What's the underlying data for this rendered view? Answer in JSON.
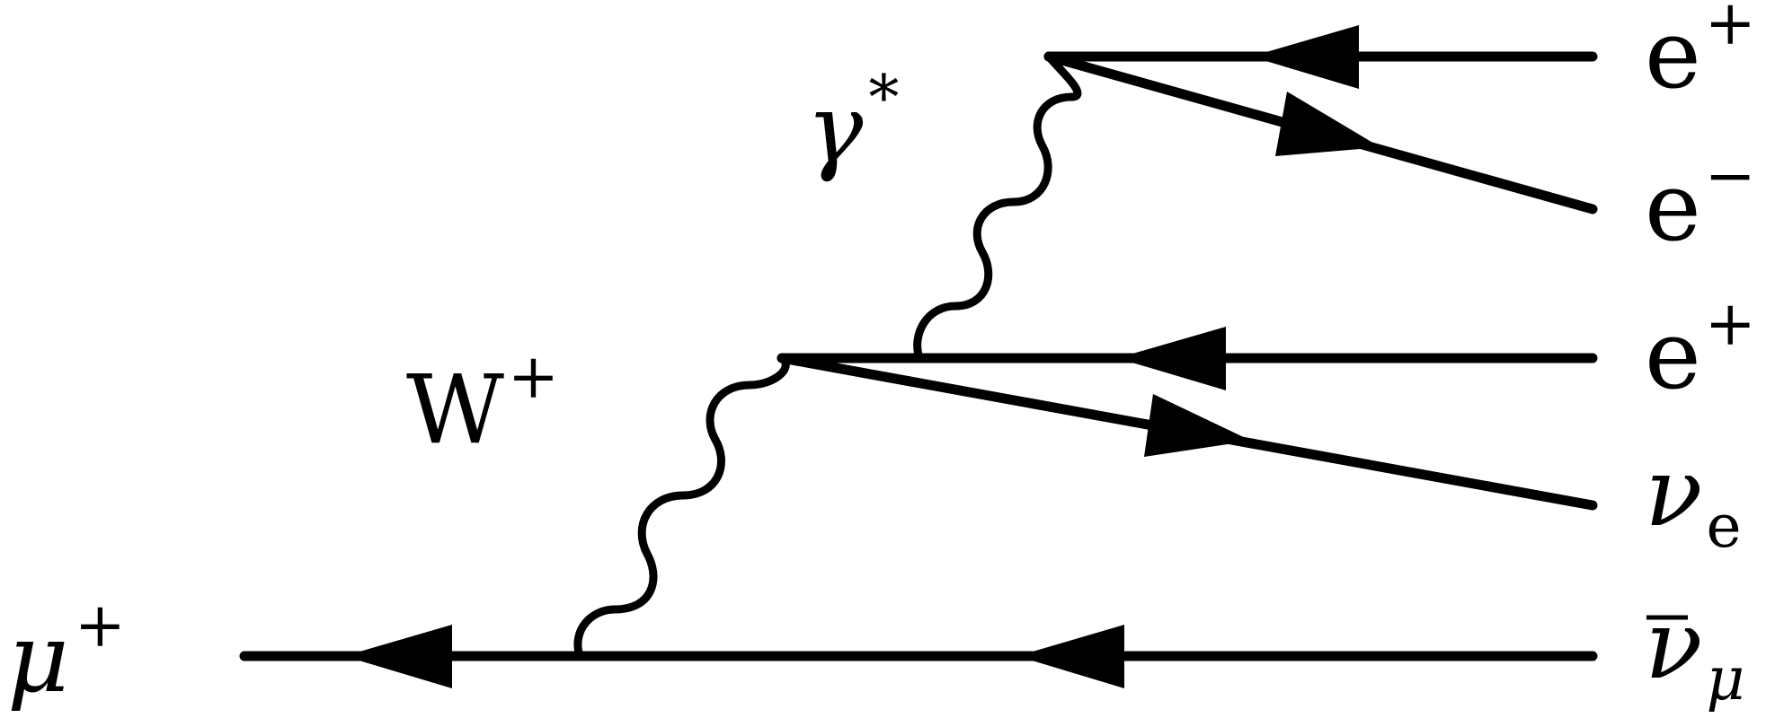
{
  "diagram": {
    "particles": {
      "muon": {
        "symbol": "μ",
        "charge": "+"
      },
      "w_boson": {
        "symbol": "W",
        "charge": "+"
      },
      "photon": {
        "symbol": "γ",
        "mark": "*"
      },
      "positron_top": {
        "symbol": "e",
        "charge": "+"
      },
      "electron": {
        "symbol": "e",
        "charge": "−"
      },
      "positron_mid": {
        "symbol": "e",
        "charge": "+"
      },
      "nu_e": {
        "symbol": "ν",
        "subscript": "e"
      },
      "nu_mu_bar": {
        "symbol": "ν",
        "subscript": "μ"
      }
    },
    "colors": {
      "ink": "#000000",
      "background": "#ffffff"
    }
  }
}
